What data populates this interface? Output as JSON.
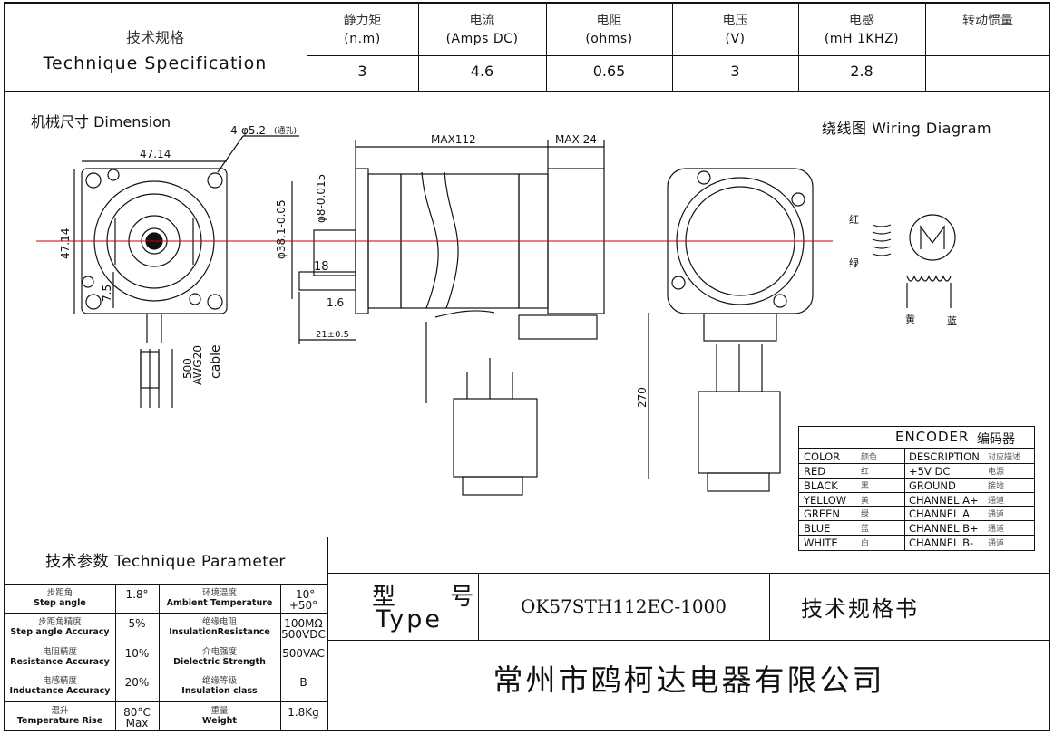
{
  "header": {
    "title_cn": "技术规格",
    "title_en": "Technique Specification",
    "columns": [
      {
        "cn": "静力矩",
        "unit": "(n.m)",
        "value": "3"
      },
      {
        "cn": "电流",
        "unit": "(Amps DC)",
        "value": "4.6"
      },
      {
        "cn": "电阻",
        "unit": "(ohms)",
        "value": "0.65"
      },
      {
        "cn": "电压",
        "unit": "(V)",
        "value": "3"
      },
      {
        "cn": "电感",
        "unit": "(mH 1KHZ)",
        "value": "2.8"
      },
      {
        "cn": "转动惯量",
        "unit": "",
        "value": ""
      }
    ]
  },
  "dimension": {
    "title": "机械尺寸 Dimension",
    "hole_note": "4-φ5.2",
    "hole_note_cn": "(通孔)",
    "width": "47.14",
    "height": "47.14",
    "offset": "7.5",
    "cable_len": "500",
    "cable_spec": "AWG20",
    "cable_word": "cable",
    "max_body": "MAX112",
    "max_enc": "MAX 24",
    "shaft_dia": "φ8-0.015",
    "boss_dia": "φ38.1-0.05",
    "shaft_len": "18",
    "flange_t": "1.6",
    "shaft_total": "21±0.5",
    "lead_len": "270"
  },
  "wiring": {
    "title": "绕线图 Wiring Diagram",
    "labels": [
      "红",
      "绿",
      "黄",
      "蓝"
    ],
    "motor_symbol": "M"
  },
  "encoder": {
    "title_en": "ENCODER",
    "title_cn": "编码器",
    "headers": {
      "color_en": "COLOR",
      "color_cn": "颜色",
      "desc_en": "DESCRIPTION",
      "desc_cn": "对应描述"
    },
    "rows": [
      {
        "color_en": "RED",
        "color_cn": "红",
        "desc_en": "+5V DC",
        "desc_cn": "电源"
      },
      {
        "color_en": "BLACK",
        "color_cn": "黑",
        "desc_en": "GROUND",
        "desc_cn": "接地"
      },
      {
        "color_en": "YELLOW",
        "color_cn": "黄",
        "desc_en": "CHANNEL A+",
        "desc_cn": "通道"
      },
      {
        "color_en": "GREEN",
        "color_cn": "绿",
        "desc_en": "CHANNEL A",
        "desc_cn": "通道"
      },
      {
        "color_en": "BLUE",
        "color_cn": "蓝",
        "desc_en": "CHANNEL B+",
        "desc_cn": "通道"
      },
      {
        "color_en": "WHITE",
        "color_cn": "白",
        "desc_en": "CHANNEL B-",
        "desc_cn": "通道"
      }
    ]
  },
  "parameters": {
    "title": "技术参数 Technique Parameter",
    "rows": [
      {
        "l_cn": "步距角",
        "l_en": "Step angle",
        "l_val": "1.8°",
        "r_cn": "环境温度",
        "r_en": "Ambient Temperature",
        "r_val": "-10°\n+50°"
      },
      {
        "l_cn": "步距角精度",
        "l_en": "Step angle Accuracy",
        "l_val": "5%",
        "r_cn": "绝缘电阻",
        "r_en": "InsulationResistance",
        "r_val": "100MΩ\n500VDC"
      },
      {
        "l_cn": "电阻精度",
        "l_en": "Resistance Accuracy",
        "l_val": "10%",
        "r_cn": "介电强度",
        "r_en": "Dielectric Strength",
        "r_val": "500VAC"
      },
      {
        "l_cn": "电感精度",
        "l_en": "Inductance Accuracy",
        "l_val": "20%",
        "r_cn": "绝缘等级",
        "r_en": "Insulation class",
        "r_val": "B"
      },
      {
        "l_cn": "温升",
        "l_en": "Temperature Rise",
        "l_val": "80°C\nMax",
        "r_cn": "重量",
        "r_en": "Weight",
        "r_val": "1.8Kg"
      }
    ]
  },
  "title_block": {
    "type_cn": "型 号",
    "type_en": "Type",
    "model": "OK57STH112EC-1000",
    "doc": "技术规格书",
    "company": "常州市鸥柯达电器有限公司"
  }
}
